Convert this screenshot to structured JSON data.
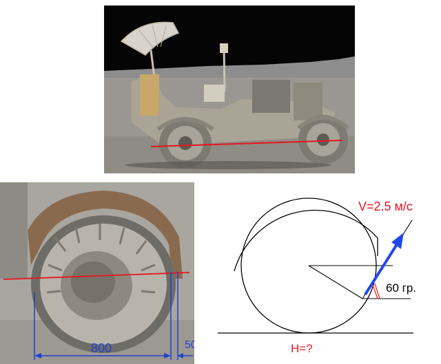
{
  "wheel_photo": {
    "dimension_main": "800",
    "dimension_offset": "50"
  },
  "diagram": {
    "velocity_label": "V=2.5 м/с",
    "angle_label": "60 гр.",
    "height_label": "H=?"
  },
  "colors": {
    "annotation_red": "#e8141e",
    "annotation_blue": "#1f3fd0",
    "velocity_arrow": "#2448e8",
    "diagram_line": "#000000"
  }
}
